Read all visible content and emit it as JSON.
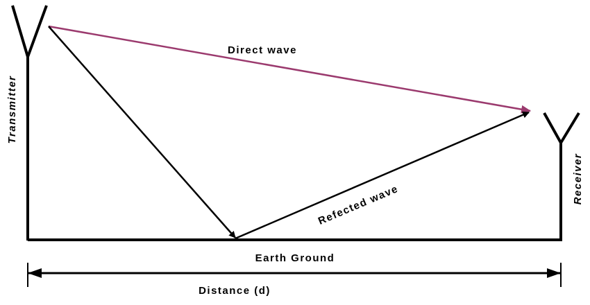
{
  "labels": {
    "transmitter": "Transmitter",
    "receiver": "Receiver",
    "direct_wave": "Direct wave",
    "reflected_wave": "Refected wave",
    "earth_ground": "Earth Ground",
    "distance": "Distance (d)"
  },
  "colors": {
    "direct_wave": "#9b3a6e",
    "lines": "#000000",
    "background": "#ffffff"
  }
}
